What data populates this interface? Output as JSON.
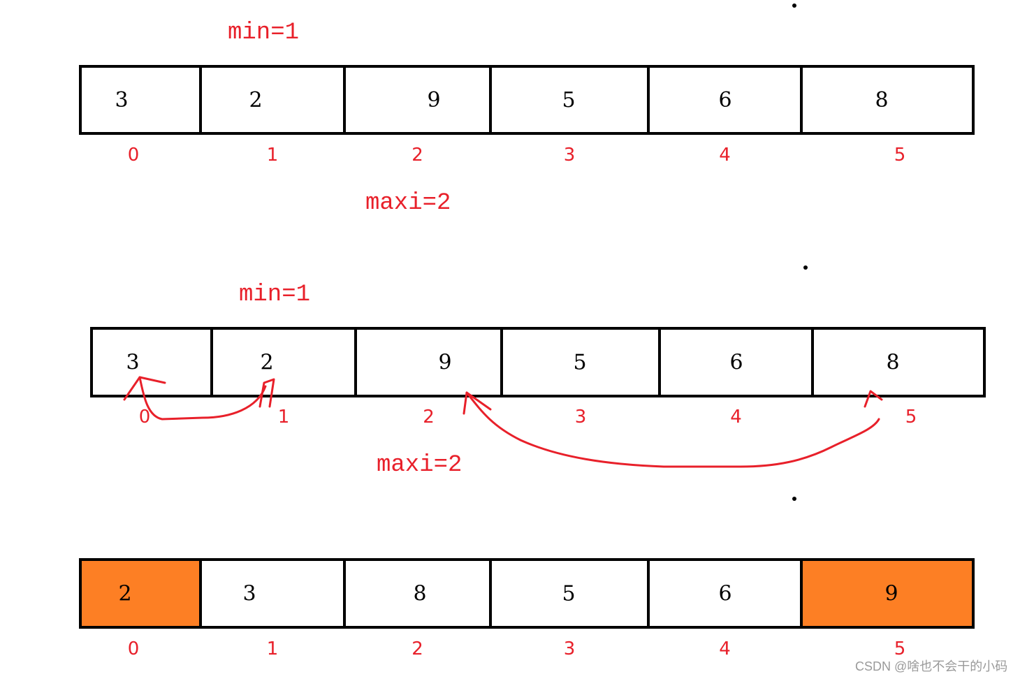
{
  "colors": {
    "annotation": "#e8202a",
    "highlight": "#fd7f24",
    "border": "#000000"
  },
  "labels": {
    "top_min": "min=1",
    "top_maxi": "maxi=2",
    "mid_min": "min=1",
    "mid_maxi": "maxi=2"
  },
  "arrays": [
    {
      "name": "array-initial",
      "cells": [
        "3",
        "2",
        "9",
        "5",
        "6",
        "8"
      ],
      "highlight": []
    },
    {
      "name": "array-swap-step",
      "cells": [
        "3",
        "2",
        "9",
        "5",
        "6",
        "8"
      ],
      "highlight": []
    },
    {
      "name": "array-result",
      "cells": [
        "2",
        "3",
        "8",
        "5",
        "6",
        "9"
      ],
      "highlight": [
        0,
        5
      ]
    }
  ],
  "indices": [
    "0",
    "1",
    "2",
    "3",
    "4",
    "5"
  ],
  "watermark": "CSDN @啥也不会干的小码"
}
